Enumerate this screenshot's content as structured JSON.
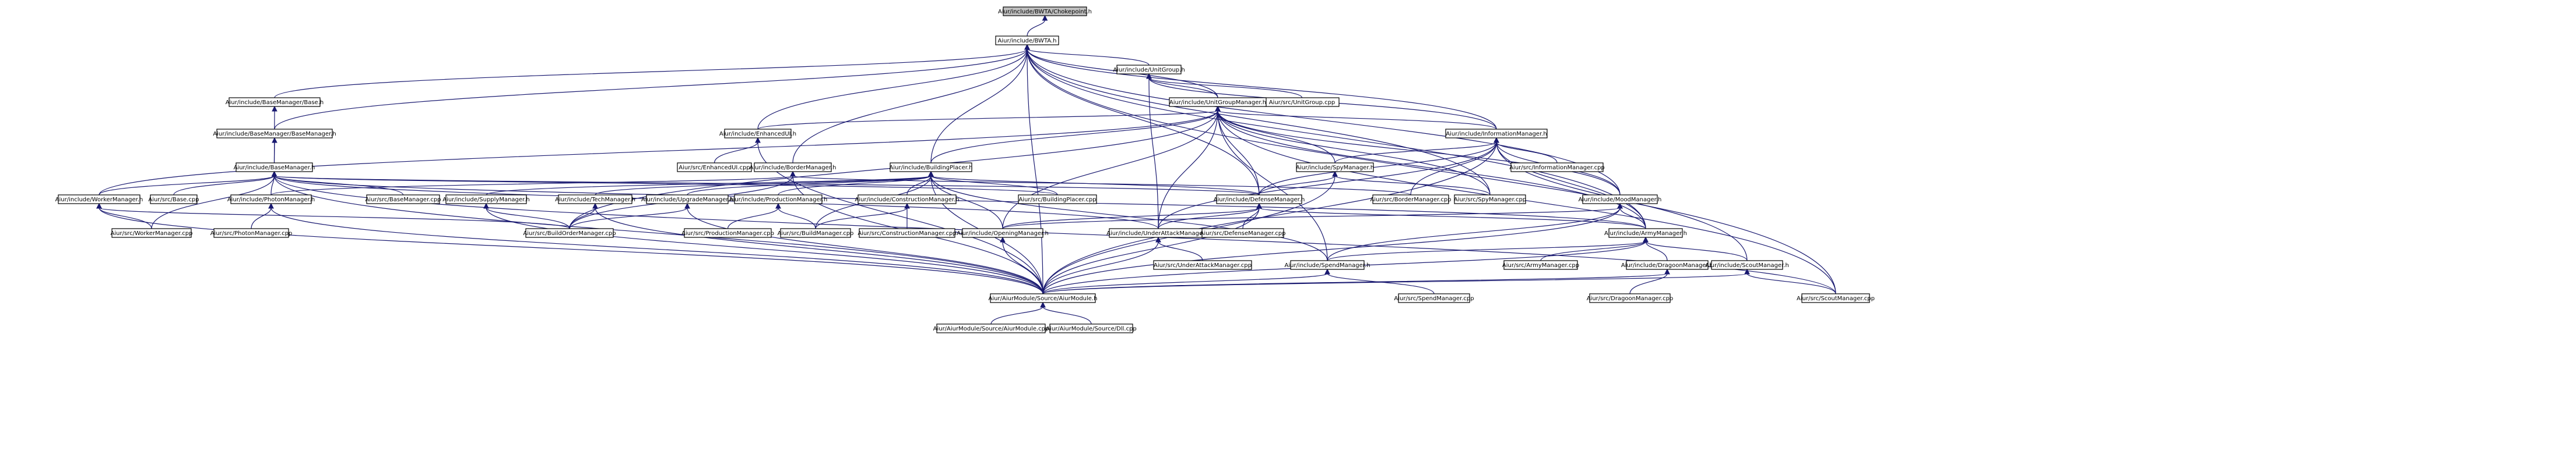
{
  "colors": {
    "root_fill": "#bfbfbf",
    "node_fill": "#ffffff",
    "node_border": "#000000",
    "undocumented_border": "#ff0000",
    "edge": "#191970"
  },
  "nodes": [
    {
      "id": "chokepoint",
      "label": "Aiur/include/BWTA/Chokepoint.h",
      "root": true
    },
    {
      "id": "bwta",
      "label": "Aiur/include/BWTA.h"
    },
    {
      "id": "unitgroup",
      "label": "Aiur/include/UnitGroup.h"
    },
    {
      "id": "unitgroupcpp",
      "label": "Aiur/src/UnitGroup.cpp"
    },
    {
      "id": "ugm",
      "label": "Aiur/include/UnitGroupManager.h",
      "red": true
    },
    {
      "id": "bmbase",
      "label": "Aiur/include/BaseManager/Base.h"
    },
    {
      "id": "bmbm",
      "label": "Aiur/include/BaseManager/BaseManager.h"
    },
    {
      "id": "basemgr",
      "label": "Aiur/include/BaseManager.h"
    },
    {
      "id": "enhui",
      "label": "Aiur/include/EnhancedUI.h"
    },
    {
      "id": "enhuicpp",
      "label": "Aiur/src/EnhancedUI.cpp"
    },
    {
      "id": "border",
      "label": "Aiur/include/BorderManager.h"
    },
    {
      "id": "bplacer",
      "label": "Aiur/include/BuildingPlacer.h"
    },
    {
      "id": "info",
      "label": "Aiur/include/InformationManager.h"
    },
    {
      "id": "infocpp",
      "label": "Aiur/src/InformationManager.cpp"
    },
    {
      "id": "spy",
      "label": "Aiur/include/SpyManager.h"
    },
    {
      "id": "worker",
      "label": "Aiur/include/WorkerManager.h"
    },
    {
      "id": "basecpp",
      "label": "Aiur/src/Base.cpp"
    },
    {
      "id": "photon",
      "label": "Aiur/include/PhotonManager.h"
    },
    {
      "id": "basemgrcpp",
      "label": "Aiur/src/BaseManager.cpp"
    },
    {
      "id": "supply",
      "label": "Aiur/include/SupplyManager.h",
      "red": true
    },
    {
      "id": "tech",
      "label": "Aiur/include/TechManager.h",
      "red": true
    },
    {
      "id": "upgrade",
      "label": "Aiur/include/UpgradeManager.h",
      "red": true
    },
    {
      "id": "production",
      "label": "Aiur/include/ProductionManager.h"
    },
    {
      "id": "construction",
      "label": "Aiur/include/ConstructionManager.h"
    },
    {
      "id": "bplacercpp",
      "label": "Aiur/src/BuildingPlacer.cpp"
    },
    {
      "id": "defense",
      "label": "Aiur/include/DefenseManager.h"
    },
    {
      "id": "bordercpp",
      "label": "Aiur/src/BorderManager.cpp"
    },
    {
      "id": "spycpp",
      "label": "Aiur/src/SpyManager.cpp"
    },
    {
      "id": "mood",
      "label": "Aiur/include/MoodManager.h",
      "red": true
    },
    {
      "id": "army",
      "label": "Aiur/include/ArmyManager.h"
    },
    {
      "id": "workercpp",
      "label": "Aiur/src/WorkerManager.cpp"
    },
    {
      "id": "photoncpp",
      "label": "Aiur/src/PhotonManager.cpp"
    },
    {
      "id": "buildordercpp",
      "label": "Aiur/src/BuildOrderManager.cpp"
    },
    {
      "id": "productioncpp",
      "label": "Aiur/src/ProductionManager.cpp"
    },
    {
      "id": "buildcpp",
      "label": "Aiur/src/BuildManager.cpp"
    },
    {
      "id": "constructioncpp",
      "label": "Aiur/src/ConstructionManager.cpp"
    },
    {
      "id": "opening",
      "label": "Aiur/include/OpeningManager.h",
      "red": true
    },
    {
      "id": "underattack",
      "label": "Aiur/include/UnderAttackManager.h"
    },
    {
      "id": "defensecpp",
      "label": "Aiur/src/DefenseManager.cpp"
    },
    {
      "id": "underattackcpp",
      "label": "Aiur/src/UnderAttackManager.cpp"
    },
    {
      "id": "spend",
      "label": "Aiur/include/SpendManager.h"
    },
    {
      "id": "armycpp",
      "label": "Aiur/src/ArmyManager.cpp"
    },
    {
      "id": "dragoon",
      "label": "Aiur/include/DragoonManager.h"
    },
    {
      "id": "scout",
      "label": "Aiur/include/ScoutManager.h"
    },
    {
      "id": "aiurmodule",
      "label": "Aiur/AiurModule/Source/AiurModule.h"
    },
    {
      "id": "spendcpp",
      "label": "Aiur/src/SpendManager.cpp"
    },
    {
      "id": "dragooncpp",
      "label": "Aiur/src/DragoonManager.cpp"
    },
    {
      "id": "scoutcpp",
      "label": "Aiur/src/ScoutManager.cpp"
    },
    {
      "id": "aiurmodulecpp",
      "label": "Aiur/AiurModule/Source/AiurModule.cpp"
    },
    {
      "id": "dllcpp",
      "label": "Aiur/AiurModule/Source/Dll.cpp"
    }
  ]
}
